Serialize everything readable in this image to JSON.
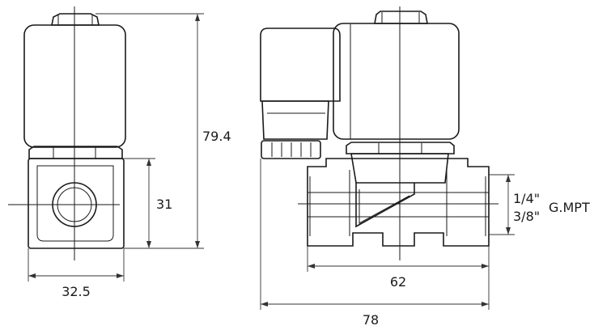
{
  "dimensions": {
    "total_height": "79.4",
    "body_height": "31",
    "body_width": "32.5",
    "port_spacing": "62",
    "total_width": "78"
  },
  "thread": {
    "size_small": "1/4\"",
    "size_large": "3/8\"",
    "type": "G.MPT"
  }
}
